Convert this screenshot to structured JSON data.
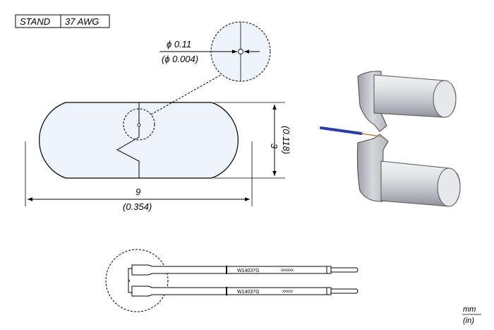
{
  "header": {
    "model_label": "STAND",
    "spec_label": "37 AWG"
  },
  "dimensions": {
    "hole_diameter_mm": "ϕ 0.11",
    "hole_diameter_in": "(ϕ 0.004)",
    "height_mm": "3",
    "height_in": "(0.118)",
    "width_mm": "9",
    "width_in": "(0.354)"
  },
  "rods": {
    "top_part_number": "W14037G",
    "top_marking": "xxxxxx",
    "bottom_part_number": "W14037G",
    "bottom_marking": "xxxxx"
  },
  "units": {
    "primary": "mm",
    "secondary": "(in)"
  },
  "colors": {
    "hole_detail_fill": "#eef4fc",
    "blade_fill": "#eef4fc",
    "wire": "#2b3ea8",
    "tip_body": "#c9ccd1"
  }
}
